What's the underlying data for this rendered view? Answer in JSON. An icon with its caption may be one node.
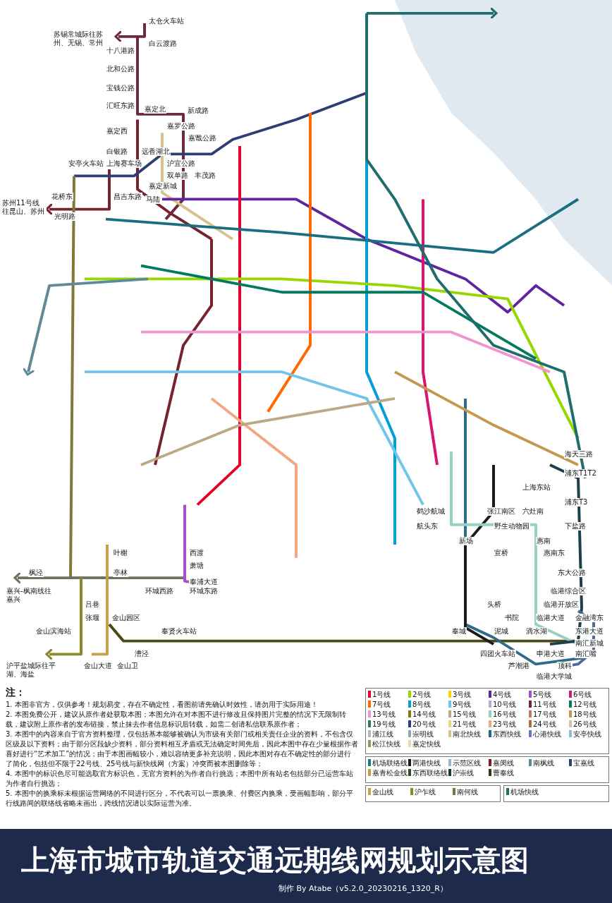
{
  "diagram": {
    "title": "上海市城市轨道交通远期线网规划示意图",
    "labels": [
      "太仓火车站",
      "苏锡常城际往苏州、无锡、常州",
      "白云渡路",
      "十八港路",
      "北和公路",
      "宝钱公路",
      "汇旺东路",
      "嘉定北",
      "新成路",
      "嘉罗公路",
      "嘉定西",
      "嘉戬公路",
      "白银路",
      "远香湖北",
      "安亭火车站",
      "上海赛车场",
      "沪宜公路",
      "双单路",
      "丰茂路",
      "嘉定新城",
      "花桥东",
      "昌吉东路",
      "马陆",
      "苏州11号线往昆山、苏州",
      "光明路",
      "海天三路",
      "浦东T1T2",
      "上海东站",
      "浦东T3",
      "鹤沙航城",
      "张江南区",
      "六灶南",
      "航头东",
      "野生动物园",
      "下盐路",
      "新场",
      "惠南",
      "叶榭",
      "西渡",
      "宣桥",
      "惠南东",
      "萧塘",
      "枫泾",
      "亭林",
      "东大公路",
      "奉浦大道",
      "嘉兴-枫南线往嘉兴",
      "环城西路",
      "环城东路",
      "临港综合区",
      "吕巷",
      "头桥",
      "临港开放区",
      "张堰",
      "金山园区",
      "书院",
      "临港大道",
      "金融湾东",
      "金山滨海站",
      "奉贤火车站",
      "奉城",
      "泥城",
      "滴水湖",
      "东港大道",
      "南汇新城",
      "漕泾",
      "四团火车站",
      "申港大道",
      "南汇嘴",
      "沪平盐城际往平湖、海盐",
      "金山大道",
      "金山卫",
      "芦潮港",
      "顶科",
      "临港大学城",
      "注：",
      "1. 本图非官方，仅供参考！规划易变，存在不确定性，看图前请先确认时效性，请勿用于实际用途！",
      "2. 本图免费公开，建议从原作者处获取本图；本图允许在对本图不进行修改且保持图片完整的情况下无限制转载，建议附上原作者的发布链接，禁止抹去作者信息标识后转载，如需二创请私信联系原作者；",
      "3. 本图中的内容来自于官方资料整理，仅包括基本能够被确认为市级有关部门或相关责任企业的资料，不包含仅区级及以下资料；由于部分区段缺少资料，部分资料相互矛盾或无法确定时间先后，因此本图中存在少量根据作者喜好进行“艺术加工”的情况；由于本图画幅较小，难以容纳更多补充说明，因此本图对存在不确定性的部分进行了简化，包括但不限于22号线、25号线与新快线网（方案）冲突而被本图删除等；",
      "4. 本图中的标识色尽可能选取官方标识色，无官方资料的为作者自行挑选；本图中所有站名包括部分已运营车站为作者自行挑选；",
      "5. 本图中的换乘标未根据运营网络的不同进行区分，不代表可以一票换乘、付费区内换乘，受画幅影响，部分平行线路间的联络线省略未画出，跨线情况请以实际运营为准。",
      "制作 By Atabe（v5.2.0_20230216_1320_R）"
    ],
    "legend": [
      {
        "text": "1号线",
        "color": "#e4002b"
      },
      {
        "text": "2号线",
        "color": "#97d700"
      },
      {
        "text": "3号线",
        "color": "#ffd100"
      },
      {
        "text": "4号线",
        "color": "#5f259f"
      },
      {
        "text": "5号线",
        "color": "#ac4fc6"
      },
      {
        "text": "6号线",
        "color": "#d71671"
      },
      {
        "text": "7号线",
        "color": "#ff6900"
      },
      {
        "text": "8号线",
        "color": "#009eda"
      },
      {
        "text": "9号线",
        "color": "#71c5e8"
      },
      {
        "text": "10号线",
        "color": "#c1a7e2"
      },
      {
        "text": "11号线",
        "color": "#76232f"
      },
      {
        "text": "12号线",
        "color": "#007b5f"
      },
      {
        "text": "13号线",
        "color": "#ef95cf"
      },
      {
        "text": "14号线",
        "color": "#827a04"
      },
      {
        "text": "15号线",
        "color": "#bca886"
      },
      {
        "text": "16号线",
        "color": "#98d1c0"
      },
      {
        "text": "17号线",
        "color": "#bc796f"
      },
      {
        "text": "18号线",
        "color": "#c4984f"
      },
      {
        "text": "19号线",
        "color": "#2e7d4f"
      },
      {
        "text": "20号线",
        "color": "#2e3b8c"
      },
      {
        "text": "21号线",
        "color": "#e0e07a"
      },
      {
        "text": "23号线",
        "color": "#f3a67f"
      },
      {
        "text": "24号线",
        "color": "#b06e2f"
      },
      {
        "text": "26号线",
        "color": "#cfc6b0"
      },
      {
        "text": "浦江线",
        "color": "#b5b5b6"
      },
      {
        "text": "崇明线",
        "color": "#7fb3b0"
      },
      {
        "text": "南北快线",
        "color": "#d6c28f"
      },
      {
        "text": "东西快线",
        "color": "#1a6e82"
      },
      {
        "text": "心港快线",
        "color": "#5d7fb8"
      },
      {
        "text": "安亭快线",
        "color": "#8fbccf"
      },
      {
        "text": "松江快线",
        "color": "#8c9a52"
      },
      {
        "text": "嘉定快线",
        "color": "#f0d7a7"
      },
      {
        "text": "机场联络线",
        "color": "#1a7a8a"
      },
      {
        "text": "两港快线",
        "color": "#1a1a1a"
      },
      {
        "text": "示范区线",
        "color": "#9bb7c9"
      },
      {
        "text": "嘉闵线",
        "color": "#7a1f2b"
      },
      {
        "text": "南枫线",
        "color": "#5f8a9a"
      },
      {
        "text": "宝嘉线",
        "color": "#2c3e73"
      },
      {
        "text": "嘉青松金线",
        "color": "#c59b4c"
      },
      {
        "text": "东西联络线",
        "color": "#2f4f1f"
      },
      {
        "text": "沪崇线",
        "color": "#1c3a3a"
      },
      {
        "text": "曹奉线",
        "color": "#3a3320"
      },
      {
        "text": "金山线",
        "color": "#c8a04a"
      },
      {
        "text": "沪乍线",
        "color": "#8b8a2a"
      },
      {
        "text": "南何线",
        "color": "#6c7a3c"
      },
      {
        "text": "机场快线",
        "color": "#1f6d6d"
      }
    ]
  }
}
